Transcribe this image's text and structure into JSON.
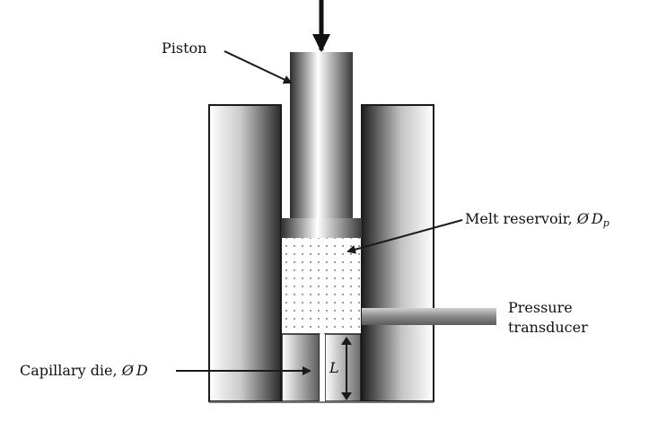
{
  "labels": {
    "piston": "Piston",
    "melt_reservoir": "Melt reservoir, ",
    "melt_reservoir_symbol": "Ø",
    "melt_reservoir_var": "D",
    "melt_reservoir_sub": "p",
    "pressure_transducer_line1": "Pressure",
    "pressure_transducer_line2": "transducer",
    "capillary_die": "Capillary die, ",
    "capillary_die_symbol": "Ø",
    "capillary_die_var": "D",
    "length": "L"
  },
  "colors": {
    "outline": "#1a1a1a",
    "dark": "#2a2a2a",
    "light": "#ffffff",
    "dot": "#9a9a9a"
  }
}
